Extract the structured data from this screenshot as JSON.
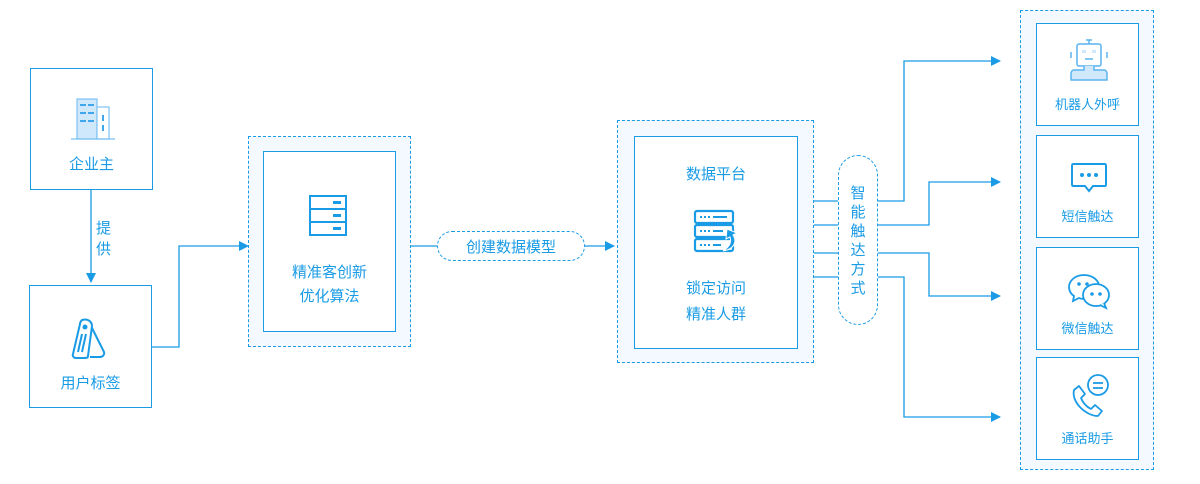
{
  "nodes": {
    "enterprise": {
      "label": "企业主",
      "icon": "building-icon"
    },
    "user_tags": {
      "label": "用户标签",
      "icon": "tag-icon"
    },
    "provide_edge": {
      "label": "提供",
      "chars": [
        "提",
        "供"
      ]
    },
    "algorithm": {
      "lines": [
        "精准客创新",
        "优化算法"
      ],
      "icon": "server-icon"
    },
    "model_edge": {
      "label": "创建数据模型"
    },
    "data_platform": {
      "title": "数据平台",
      "lines": [
        "锁定访问",
        "精准人群"
      ],
      "icon": "database-sync-icon"
    },
    "reach_methods": {
      "label": "智能触达方式",
      "chars": [
        "智",
        "能",
        "触",
        "达",
        "方",
        "式"
      ]
    }
  },
  "channels": [
    {
      "label": "机器人外呼",
      "icon": "robot-icon"
    },
    {
      "label": "短信触达",
      "icon": "message-icon"
    },
    {
      "label": "微信触达",
      "icon": "wechat-icon"
    },
    {
      "label": "通话助手",
      "icon": "phone-chat-icon"
    }
  ],
  "colors": {
    "accent": "#1a9be6",
    "panel_bg": "#f3f9fe",
    "icon_fill": "#cfe8fb"
  }
}
